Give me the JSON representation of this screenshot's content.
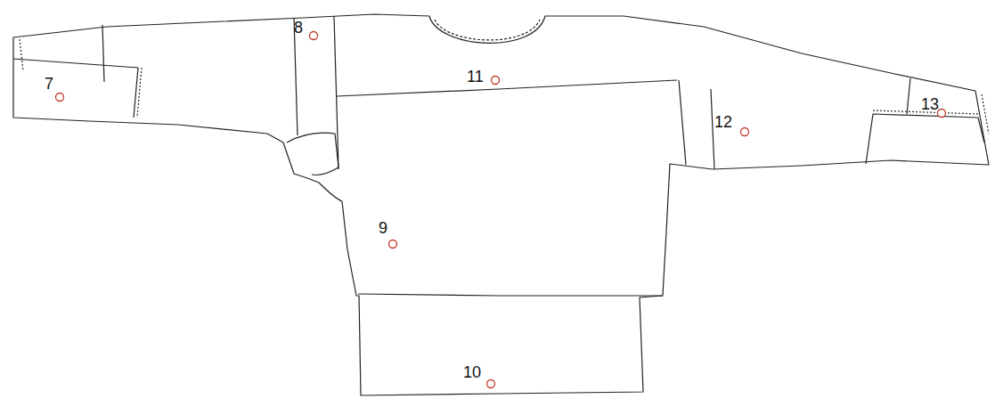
{
  "diagram": {
    "labels": [
      "7",
      "8",
      "9",
      "10",
      "11",
      "12",
      "13"
    ]
  }
}
